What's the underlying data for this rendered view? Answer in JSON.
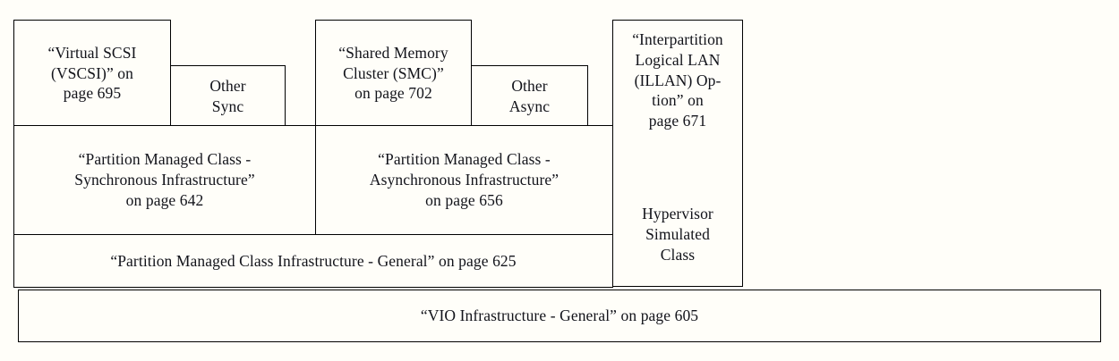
{
  "diagram": {
    "title": "VIO Infrastructure layering diagram",
    "background_color": "#fffef9",
    "line_color": "#000000",
    "text_color": "#12131a",
    "boxes": {
      "vscsi": {
        "label": "“Virtual SCSI\n(VSCSI)” on\npage 695",
        "reference": "Virtual SCSI (VSCSI)",
        "page": "695"
      },
      "other_sync": {
        "label": "Other\nSync"
      },
      "sync_infra": {
        "label": "“Partition Managed Class -\nSynchronous Infrastructure”\non page 642",
        "reference": "Partition Managed Class - Synchronous Infrastructure",
        "page": "642"
      },
      "smc": {
        "label": "“Shared Memory\nCluster (SMC)”\non page 702",
        "reference": "Shared Memory Cluster (SMC)",
        "page": "702"
      },
      "other_async": {
        "label": "Other\nAsync"
      },
      "async_infra": {
        "label": "“Partition Managed Class -\nAsynchronous Infrastructure”\non page 656",
        "reference": "Partition Managed Class - Asynchronous Infrastructure",
        "page": "656"
      },
      "pmc_general": {
        "label": "“Partition Managed Class Infrastructure - General” on page 625",
        "reference": "Partition Managed Class Infrastructure - General",
        "page": "625"
      },
      "illan": {
        "label": "“Interpartition\nLogical LAN\n(ILLAN) Op-\ntion” on\npage 671",
        "reference": "Interpartition Logical LAN (ILLAN) Option",
        "page": "671",
        "sublabel": "Hypervisor\nSimulated\nClass"
      },
      "vio_general": {
        "label": "“VIO Infrastructure - General” on page 605",
        "reference": "VIO Infrastructure - General",
        "page": "605"
      }
    }
  }
}
